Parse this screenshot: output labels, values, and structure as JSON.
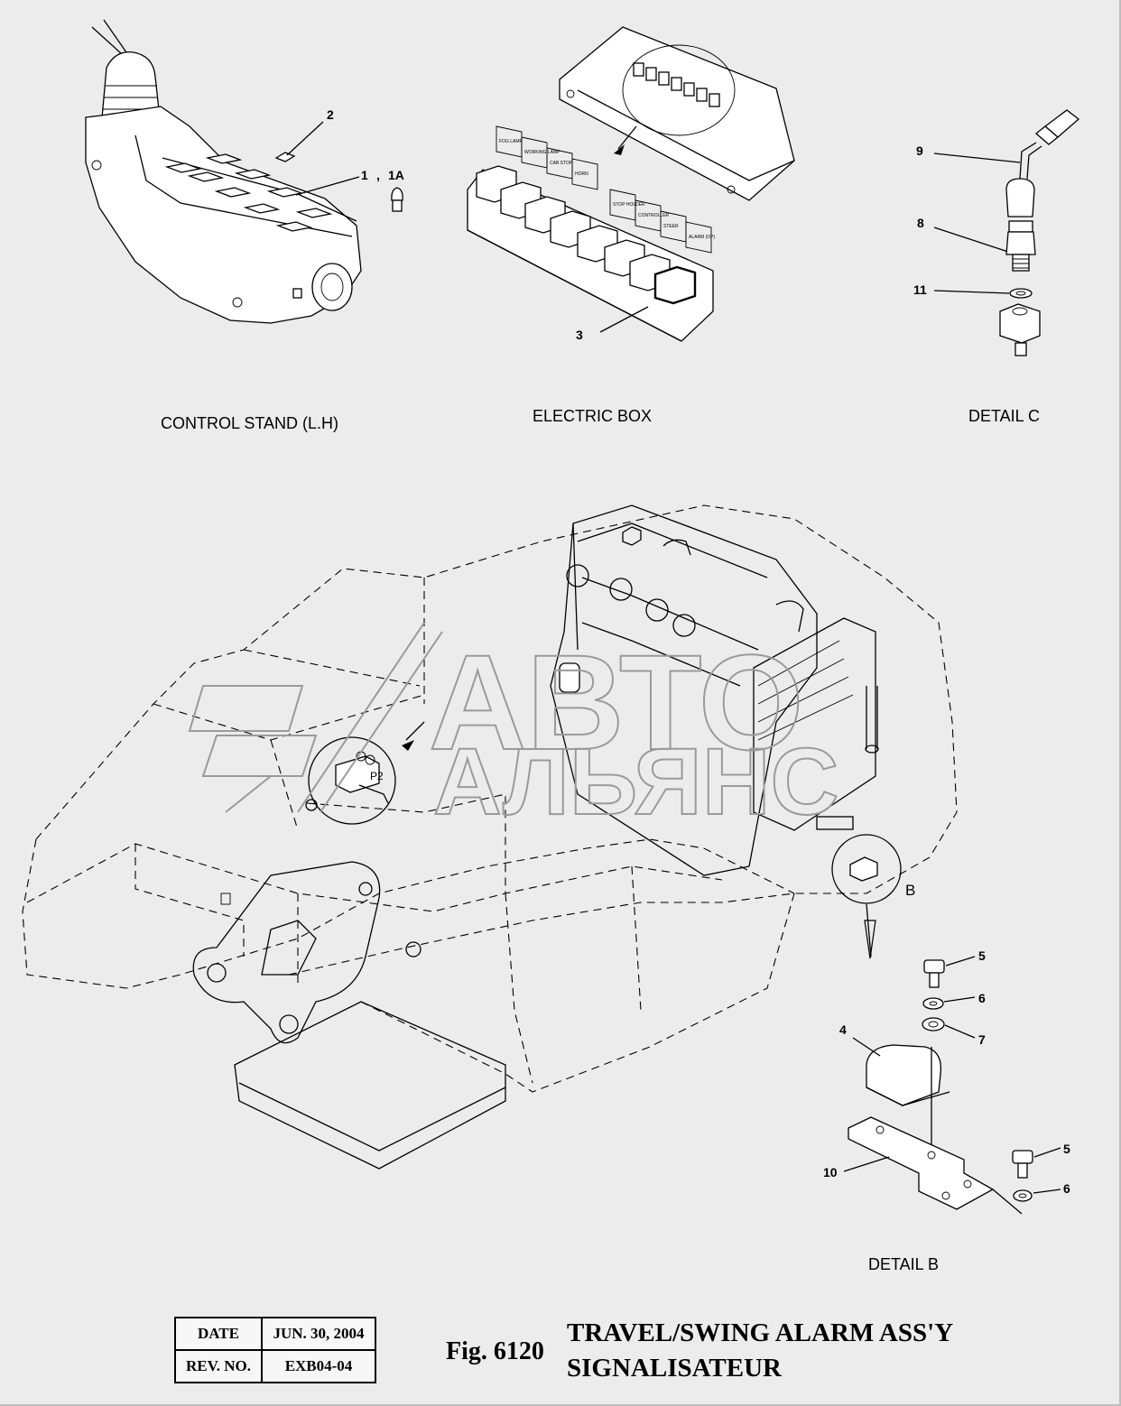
{
  "captions": {
    "control_stand": "CONTROL STAND (L.H)",
    "electric_box": "ELECTRIC BOX",
    "detail_c": "DETAIL  C",
    "detail_b": "DETAIL B"
  },
  "callouts": {
    "c1": "1",
    "comma": ",",
    "c1a": "1A",
    "c2": "2",
    "c3": "3",
    "c4": "4",
    "c5a": "5",
    "c5b": "5",
    "c6a": "6",
    "c6b": "6",
    "c7": "7",
    "c8": "8",
    "c9": "9",
    "c10": "10",
    "c11": "11",
    "b_view": "B",
    "p2": "P2"
  },
  "relay_labels": [
    "FOG LAMP",
    "WORKING LAMP",
    "CAB STOP",
    "HORN",
    "STOP HOLDER",
    "CONTROLLER",
    "STEER",
    "ALARM (OP)"
  ],
  "watermark": {
    "line1": "АВТО",
    "line2": "АЛЬЯНС"
  },
  "title_block": {
    "date_label": "DATE",
    "date_value": "JUN. 30, 2004",
    "rev_label": "REV. NO.",
    "rev_value": "EXB04-04"
  },
  "figure": {
    "number": "Fig. 6120",
    "title_line1": "TRAVEL/SWING ALARM ASS'Y",
    "title_line2": "SIGNALISATEUR"
  }
}
